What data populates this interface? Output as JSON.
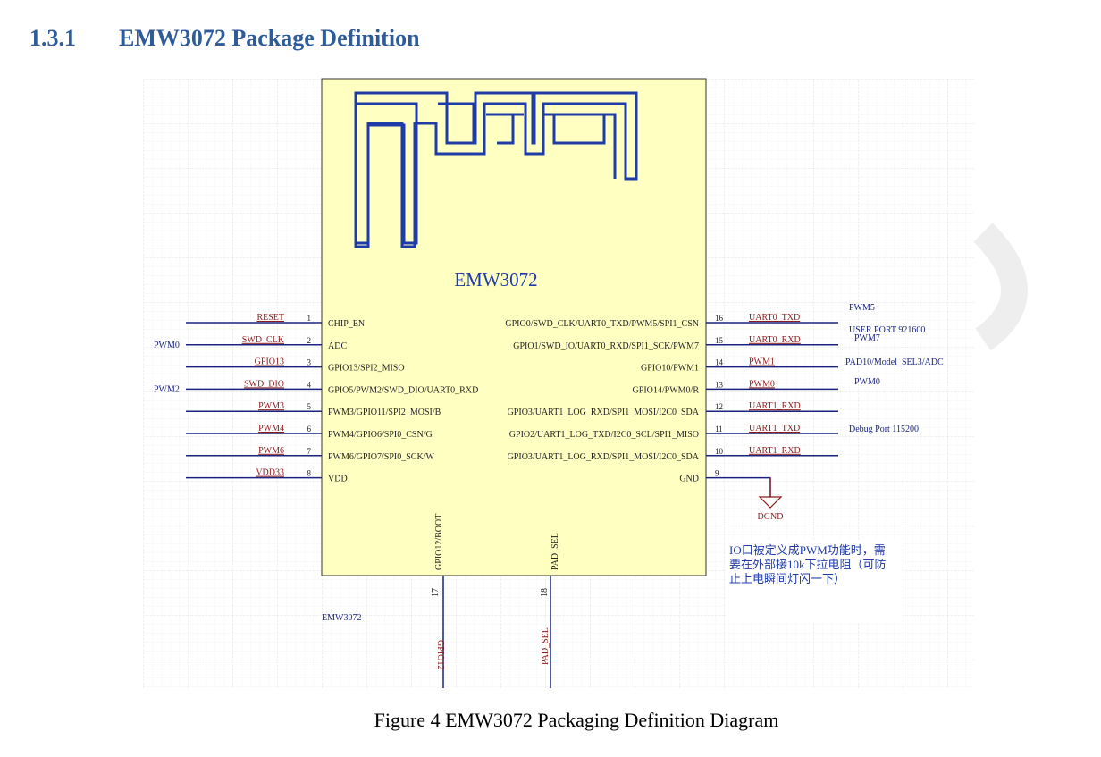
{
  "section": {
    "number": "1.3.1",
    "title": "EMW3072 Package Definition"
  },
  "chip": {
    "name": "EMW3072",
    "designator": "EMW3072"
  },
  "left_pins": [
    {
      "num": "1",
      "net": "RESET",
      "name": "CHIP_EN",
      "ext": ""
    },
    {
      "num": "2",
      "net": "SWD_CLK",
      "name": "ADC",
      "ext": "PWM0"
    },
    {
      "num": "3",
      "net": "GPIO13",
      "name": "GPIO13/SPI2_MISO",
      "ext": ""
    },
    {
      "num": "4",
      "net": "SWD_DIO",
      "name": "GPIO5/PWM2/SWD_DIO/UART0_RXD",
      "ext": "PWM2"
    },
    {
      "num": "5",
      "net": "PWM3",
      "name": "PWM3/GPIO11/SPI2_MOSI/B",
      "ext": ""
    },
    {
      "num": "6",
      "net": "PWM4",
      "name": "PWM4/GPIO6/SPI0_CSN/G",
      "ext": ""
    },
    {
      "num": "7",
      "net": "PWM6",
      "name": "PWM6/GPIO7/SPI0_SCK/W",
      "ext": ""
    },
    {
      "num": "8",
      "net": "VDD33",
      "name": "VDD",
      "ext": ""
    }
  ],
  "right_pins": [
    {
      "num": "16",
      "net": "UART0_TXD",
      "name": "GPIO0/SWD_CLK/UART0_TXD/PWM5/SPI1_CSN"
    },
    {
      "num": "15",
      "net": "UART0_RXD",
      "name": "GPIO1/SWD_IO/UART0_RXD/SPI1_SCK/PWM7"
    },
    {
      "num": "14",
      "net": "PWM1",
      "name": "GPIO10/PWM1"
    },
    {
      "num": "13",
      "net": "PWM0",
      "name": "GPIO14/PWM0/R"
    },
    {
      "num": "12",
      "net": "UART1_RXD",
      "name": "GPIO3/UART1_LOG_RXD/SPI1_MOSI/I2C0_SDA"
    },
    {
      "num": "11",
      "net": "UART1_TXD",
      "name": "GPIO2/UART1_LOG_TXD/I2C0_SCL/SPI1_MISO"
    },
    {
      "num": "10",
      "net": "UART1_RXD",
      "name": "GPIO3/UART1_LOG_RXD/SPI1_MOSI/I2C0_SDA"
    },
    {
      "num": "9",
      "net": "",
      "name": "GND"
    }
  ],
  "right_notes": [
    "PWM5",
    "USER PORT 921600",
    "PWM7",
    "PAD10/Model_SEL3/ADC",
    "PWM0",
    "Debug Port 115200"
  ],
  "bottom_pins": [
    {
      "num": "17",
      "name": "GPIO12/BOOT",
      "net": "GPIO12"
    },
    {
      "num": "18",
      "name": "PAD_SEL",
      "net": "PAD_SEL"
    }
  ],
  "ground_label": "DGND",
  "note_lines": [
    "IO口被定义成PWM功能时，需",
    "要在外部接10k下拉电阻（可防",
    "止上电瞬间灯闪一下）"
  ],
  "caption": "Figure 4 EMW3072 Packaging Definition Diagram",
  "colors": {
    "heading": "#2E5C9A",
    "chip_fill": "#FFFFC2",
    "wire": "#1A237E",
    "net_label": "#8B1A1A",
    "antenna": "#1F3BA8",
    "grid": "#E4E4E4"
  }
}
